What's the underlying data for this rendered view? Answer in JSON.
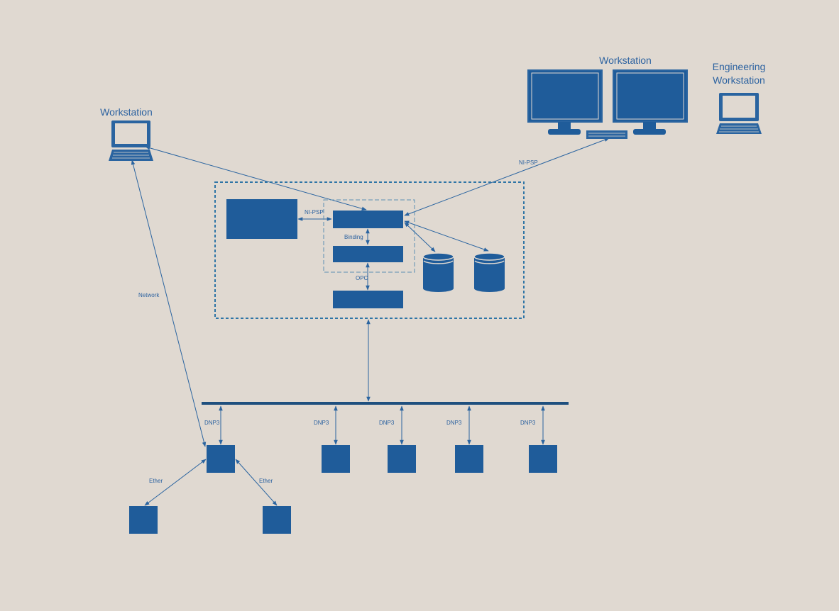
{
  "colors": {
    "background": "#e0d9d1",
    "primary": "#1f5c9a",
    "line": "#2a64a0",
    "border": "#4a86b6",
    "text": "#2c62a0"
  },
  "nodes": {
    "workstation_left": {
      "label": "Workstation",
      "icon": "laptop-icon"
    },
    "workstation_right": {
      "label": "Workstation",
      "icon": "dual-monitor-icon"
    },
    "engineering_workstation": {
      "label_line1": "Engineering",
      "label_line2": "Workstation",
      "icon": "laptop-icon"
    }
  },
  "connections": {
    "nipsp_top": "NI-PSP",
    "nipsp_inner": "NI-PSP",
    "binding": "Binding",
    "opc": "OPC",
    "network": "Network",
    "dnp3": [
      "DNP3",
      "DNP3",
      "DNP3",
      "DNP3",
      "DNP3"
    ],
    "ether_left": "Ether",
    "ether_right": "Ether"
  }
}
